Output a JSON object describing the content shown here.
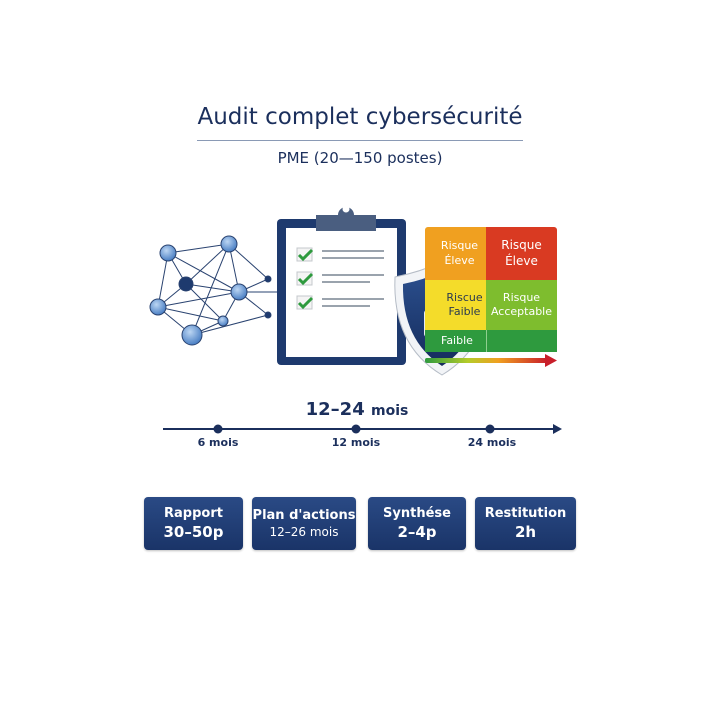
{
  "header": {
    "title": "Audit complet cybersécurité",
    "subtitle": "PME (20—150 postes)"
  },
  "illustration": {
    "icons": [
      "network-icon",
      "clipboard-checklist-icon",
      "shield-lock-icon"
    ],
    "risk_matrix": {
      "cells": [
        {
          "label": "Risque Éleve",
          "color": "#f0a020"
        },
        {
          "label": "Risque Éleve",
          "color": "#d93a22"
        },
        {
          "label": "Riscue Faible",
          "color": "#f4dc2a"
        },
        {
          "label": "Risque Acceptable",
          "color": "#7ebd2e"
        },
        {
          "label": "Faible",
          "color": "#2e9a3e"
        },
        {
          "label": "",
          "color": "#2e9a3e"
        }
      ]
    }
  },
  "timeline": {
    "range_number": "12–24",
    "range_unit": "mois",
    "markers": [
      "6 mois",
      "12 mois",
      "24 mois"
    ]
  },
  "deliverables": [
    {
      "title": "Rapport",
      "value": "30–50p"
    },
    {
      "title": "Plan d'actions",
      "value": "12–26 mois"
    },
    {
      "title": "Synthése",
      "value": "2–4p"
    },
    {
      "title": "Restitution",
      "value": "2h"
    }
  ],
  "colors": {
    "primary": "#1b2f5c",
    "node": "#5b8fd0"
  }
}
